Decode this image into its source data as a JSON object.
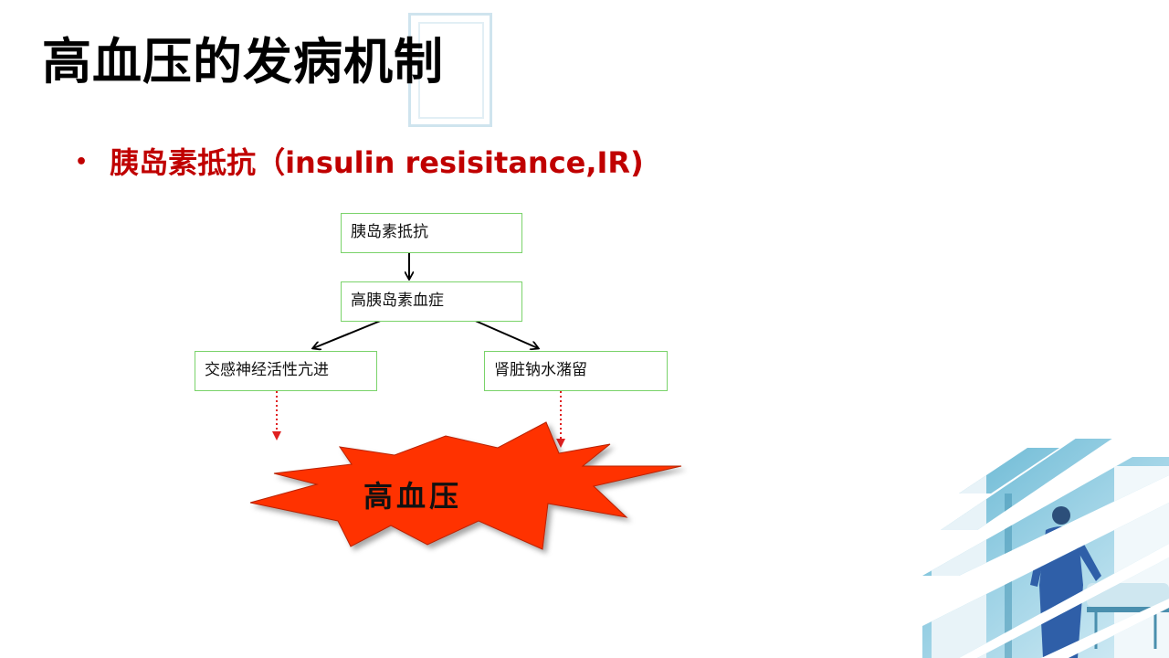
{
  "slide": {
    "title": "高血压的发病机制",
    "bullet": "胰岛素抵抗（insulin resisitance,IR)"
  },
  "diagram": {
    "nodes": {
      "insulin_resistance": "胰岛素抵抗",
      "hyperinsulinemia": "高胰岛素血症",
      "sympathetic": "交感神经活性亢进",
      "sodium_retention": "肾脏钠水潴留",
      "hypertension": "高血压"
    },
    "edges": [
      {
        "from": "insulin_resistance",
        "to": "hyperinsulinemia",
        "style": "solid"
      },
      {
        "from": "hyperinsulinemia",
        "to": "sympathetic",
        "style": "solid"
      },
      {
        "from": "hyperinsulinemia",
        "to": "sodium_retention",
        "style": "solid"
      },
      {
        "from": "sympathetic",
        "to": "hypertension",
        "style": "dotted"
      },
      {
        "from": "sodium_retention",
        "to": "hypertension",
        "style": "dotted"
      }
    ],
    "colors": {
      "box_border": "#7ad36a",
      "solid_arrow": "#000000",
      "dotted_arrow": "#e02020",
      "burst_fill": "#ff3300",
      "title_accent": "#c00000"
    }
  },
  "decoration": {
    "image": "hospital-corridor-photo"
  }
}
